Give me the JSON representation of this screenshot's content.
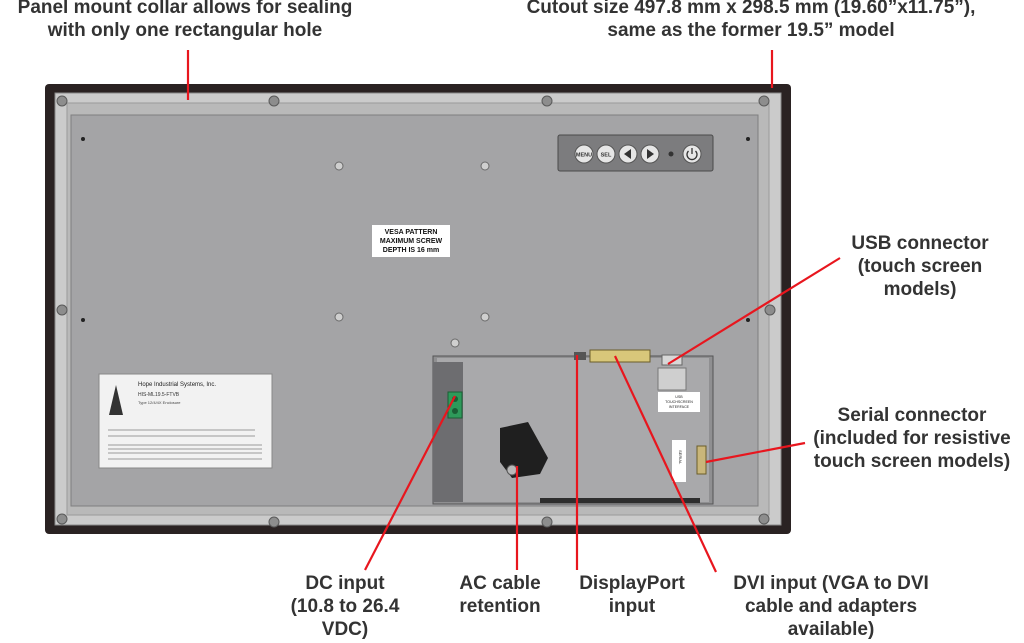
{
  "callouts": {
    "panel_mount": [
      "Panel mount collar allows for sealing",
      "with only one rectangular hole"
    ],
    "cutout": [
      "Cutout size 497.8 mm x 298.5 mm (19.60”x11.75”),",
      "same as the former 19.5” model"
    ],
    "usb": [
      "USB connector",
      "(touch screen",
      "models)"
    ],
    "serial": [
      "Serial connector",
      "(included for resistive",
      "touch screen models)"
    ],
    "dc_input": [
      "DC input",
      "(10.8 to 26.4",
      "VDC)"
    ],
    "ac_retention": [
      "AC cable",
      "retention"
    ],
    "displayport": [
      "DisplayPort",
      "input"
    ],
    "dvi": [
      "DVI input (VGA to DVI",
      "cable and adapters",
      "available)"
    ]
  },
  "device": {
    "vesa_label": [
      "VESA PATTERN",
      "MAXIMUM SCREW",
      "DEPTH IS 16 mm"
    ],
    "osd_buttons": {
      "menu": "MENU",
      "sel": "SEL"
    },
    "nameplate": {
      "company": "Hope Industrial Systems, Inc.",
      "model": "HIS-ML19.5-FTVB",
      "type": "Type 12/4/4X Enclosure"
    },
    "usb_sticker": [
      "USB",
      "TOUCHSCREEN",
      "INTERFACE"
    ],
    "serial_sticker": [
      "SERIAL"
    ]
  },
  "colors": {
    "callout_line": "#e8161e",
    "callout_text": "#333333",
    "bezel": "#2a2222",
    "collar": "#cfcfcf",
    "panel": "#a3a3a5"
  }
}
